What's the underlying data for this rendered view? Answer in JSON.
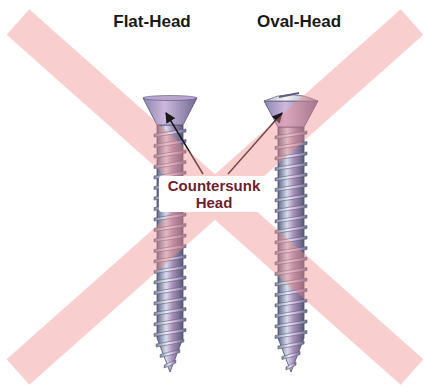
{
  "diagram": {
    "labels": [
      "Flat-Head",
      "Oval-Head",
      "Countersunk Head"
    ]
  }
}
